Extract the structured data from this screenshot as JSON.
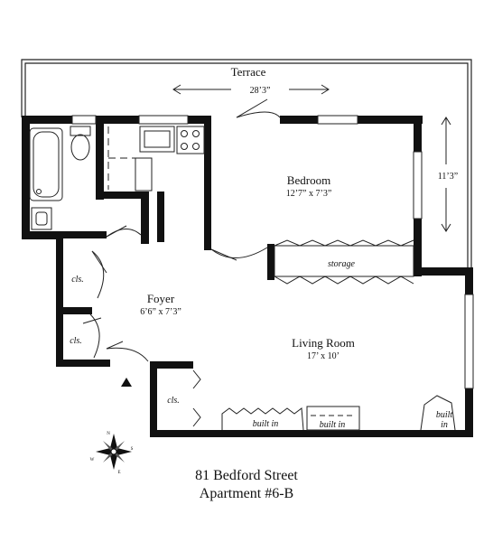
{
  "terrace": {
    "label": "Terrace",
    "width": "28’3”",
    "depth": "11’3”"
  },
  "rooms": {
    "bedroom": {
      "name": "Bedroom",
      "dims": "12’7” x 7’3”"
    },
    "foyer": {
      "name": "Foyer",
      "dims": "6’6” x 7’3”"
    },
    "living": {
      "name": "Living Room",
      "dims": "17’ x 10’"
    }
  },
  "closets": {
    "cls_a": "cls.",
    "cls_b": "cls.",
    "cls_c": "cls."
  },
  "storage": "storage",
  "built_ins": {
    "left": "built in",
    "mid": "built in",
    "right_line1": "built",
    "right_line2": "in"
  },
  "address": {
    "street": "81 Bedford Street",
    "unit": "Apartment #6-B"
  },
  "compass": {
    "n": "N",
    "s": "S",
    "e": "E",
    "w": "W"
  }
}
